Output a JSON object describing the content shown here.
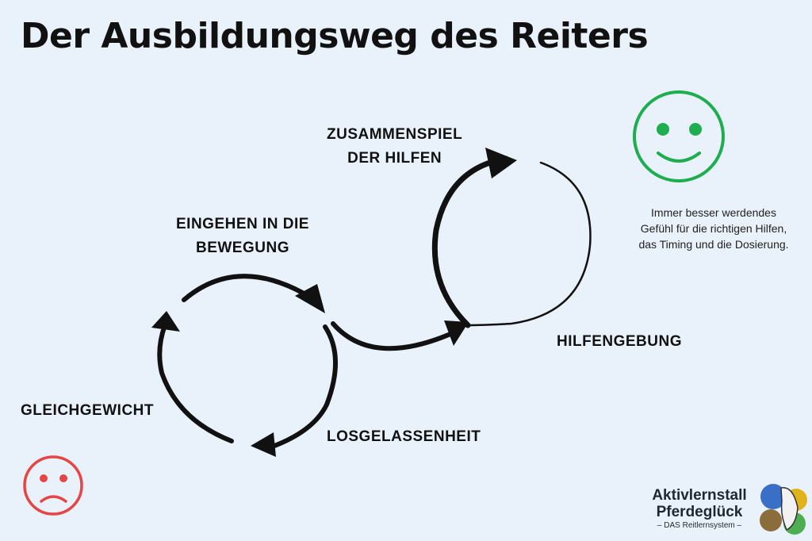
{
  "title": "Der Ausbildungsweg des Reiters",
  "labels": {
    "eingehen": [
      "EINGEHEN IN DIE",
      "BEWEGUNG"
    ],
    "gleichgewicht": "GLEICHGEWICHT",
    "losgelassenheit": "LOSGELASSENHEIT",
    "zusammenspiel": [
      "ZUSAMMENSPIEL",
      "DER HILFEN"
    ],
    "hilfengebung": "HILFENGEBUNG"
  },
  "note": "Immer besser werdendes Gefühl für die richtigen Hilfen, das Timing und die Dosierung.",
  "faces": {
    "happy": "happy-face-icon",
    "sad": "sad-face-icon"
  },
  "logo": {
    "line1": "Aktivlernstall",
    "line2": "Pferdeglück",
    "tagline": "– DAS Reitlernsystem –"
  },
  "colors": {
    "background": "#e9f1fa",
    "happy": "#1fae4f",
    "sad": "#e64545",
    "ink": "#111111"
  }
}
